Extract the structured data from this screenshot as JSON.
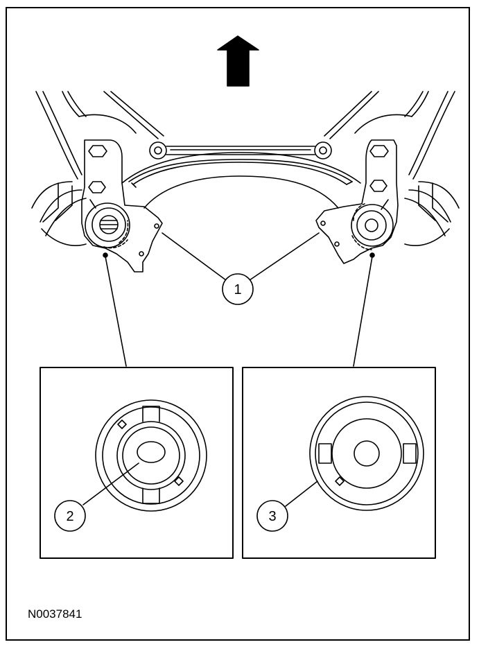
{
  "figure": {
    "id": "N0037841",
    "callouts": [
      {
        "number": "1"
      },
      {
        "number": "2"
      },
      {
        "number": "3"
      }
    ]
  }
}
